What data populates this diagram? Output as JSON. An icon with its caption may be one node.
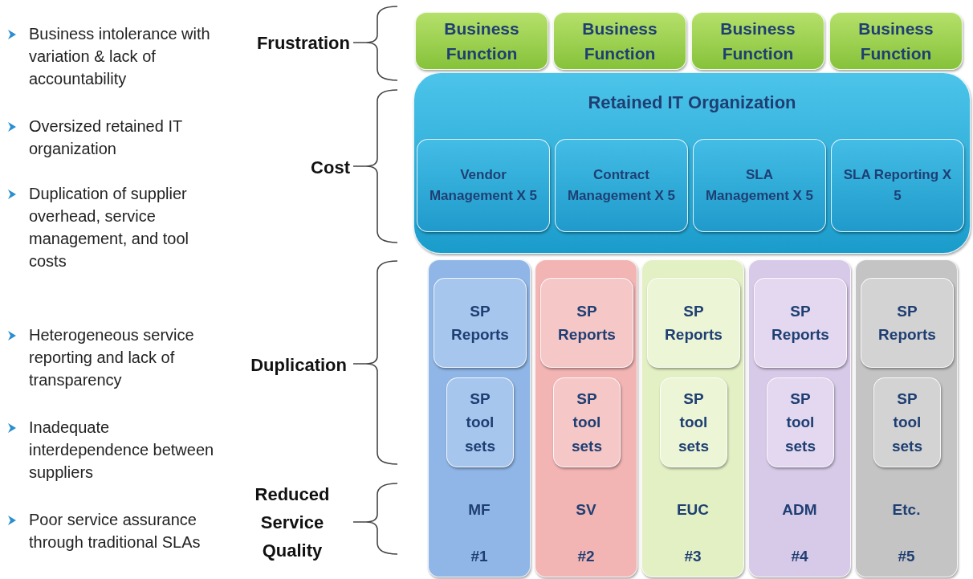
{
  "diagram": {
    "nodes": [
      {
        "text": [
          "Business Function"
        ]
      },
      {
        "text": [
          "Business Function"
        ]
      },
      {
        "text": [
          "Business Function"
        ]
      },
      {
        "text": [
          "Business Function"
        ]
      },
      {
        "text": [
          "Retained IT Organization"
        ]
      },
      {
        "text": [
          "Vendor Management X 5"
        ],
        "in": 4
      },
      {
        "text": [
          "Contract Management X 5"
        ],
        "in": 4
      },
      {
        "text": [
          "SLA Management X 5"
        ],
        "in": 4
      },
      {
        "text": [
          "SLA Reporting X 5"
        ],
        "in": 4
      },
      {
        "text": [
          "MF",
          "#1"
        ]
      },
      {
        "text": [
          "SP Reports"
        ],
        "in": 9
      },
      {
        "text": [
          "SP tool sets"
        ],
        "in": 9
      },
      {
        "text": [
          "SV",
          "#2"
        ]
      },
      {
        "text": [
          "SP Reports"
        ],
        "in": 12
      },
      {
        "text": [
          "SP tool sets"
        ],
        "in": 12
      },
      {
        "text": [
          "EUC",
          "#3"
        ]
      },
      {
        "text": [
          "SP Reports"
        ],
        "in": 15
      },
      {
        "text": [
          "SP tool sets"
        ],
        "in": 15
      },
      {
        "text": [
          "ADM",
          "#4"
        ]
      },
      {
        "text": [
          "SP Reports"
        ],
        "in": 18
      },
      {
        "text": [
          "SP tool sets"
        ],
        "in": 18
      },
      {
        "text": [
          "Etc.",
          "#5"
        ]
      },
      {
        "text": [
          "SP Reports"
        ],
        "in": 21
      },
      {
        "text": [
          "SP tool sets"
        ],
        "in": 21
      }
    ],
    "edges": [],
    "labels": [
      "Business intolerance with variation & lack of accountability",
      "Oversized retained IT organization",
      "Duplication of supplier overhead, service management, and tool costs",
      "Heterogeneous service reporting and lack of transparency",
      "Inadequate interdependence between suppliers",
      "Poor service assurance through traditional SLAs",
      "Frustration",
      "Cost",
      "Duplication",
      "Reduced Service Quality"
    ]
  }
}
